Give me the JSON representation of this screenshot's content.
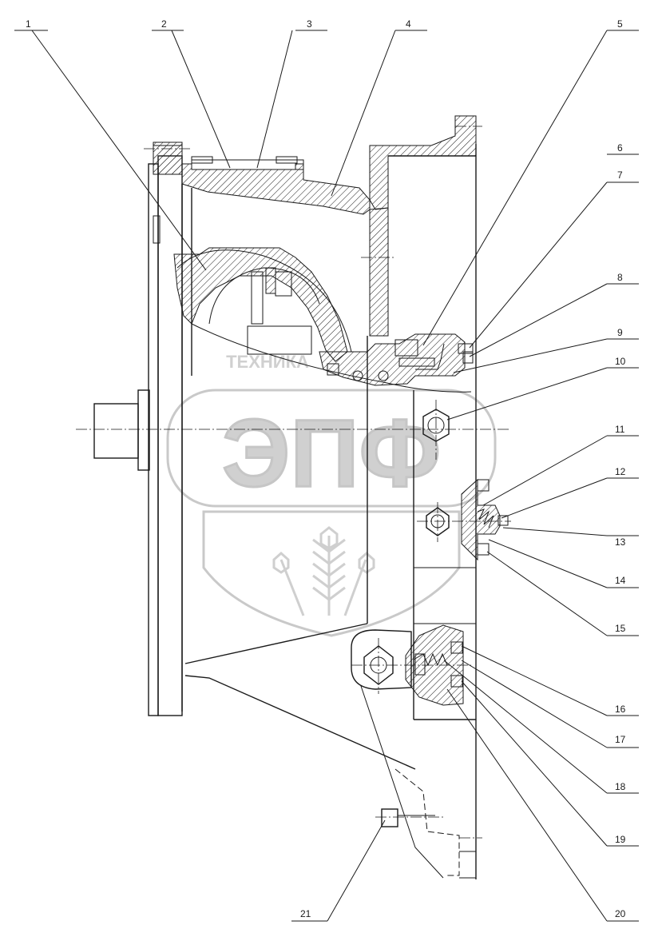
{
  "drawing": {
    "callouts": [
      "1",
      "2",
      "3",
      "4",
      "5",
      "6",
      "7",
      "8",
      "9",
      "10",
      "11",
      "12",
      "13",
      "14",
      "15",
      "16",
      "17",
      "18",
      "19",
      "20",
      "21"
    ],
    "watermark": {
      "small_text": "ТЕХНИКА",
      "big_text": "ЭПФ"
    }
  }
}
